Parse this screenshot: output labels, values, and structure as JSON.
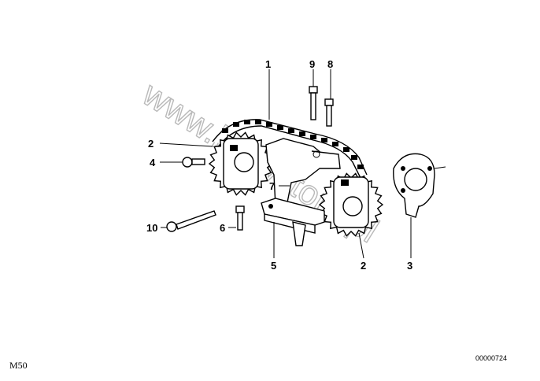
{
  "watermark": "www.bmwstore.pl",
  "callouts": {
    "c1": "1",
    "c2a": "2",
    "c2b": "2",
    "c3": "3",
    "c4": "4",
    "c5": "5",
    "c6": "6",
    "c7": "7",
    "c8": "8",
    "c9": "9",
    "c10": "10"
  },
  "footer": {
    "model": "M50",
    "reference": "00000724"
  }
}
